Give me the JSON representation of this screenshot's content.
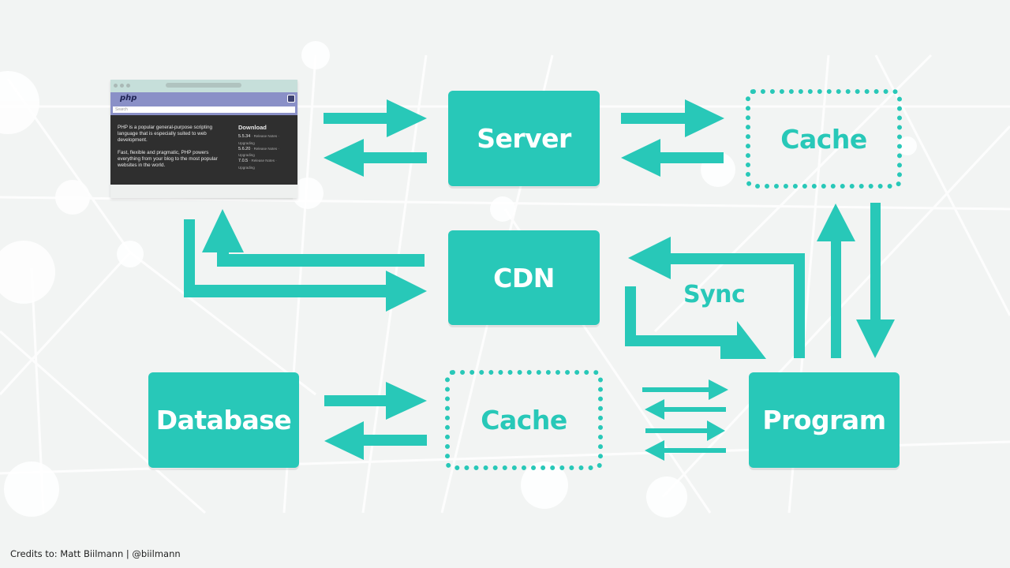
{
  "colors": {
    "accent": "#28c8b8",
    "background": "#f2f4f3",
    "node_text": "#ffffff"
  },
  "nodes": {
    "server": {
      "label": "Server",
      "style": "solid"
    },
    "cache_top": {
      "label": "Cache",
      "style": "dashed"
    },
    "cdn": {
      "label": "CDN",
      "style": "solid"
    },
    "database": {
      "label": "Database",
      "style": "solid"
    },
    "cache_bottom": {
      "label": "Cache",
      "style": "dashed"
    },
    "program": {
      "label": "Program",
      "style": "solid"
    }
  },
  "sync_label": "Sync",
  "edges": [
    {
      "from": "browser",
      "to": "server"
    },
    {
      "from": "server",
      "to": "browser"
    },
    {
      "from": "server",
      "to": "cache_top"
    },
    {
      "from": "cache_top",
      "to": "server"
    },
    {
      "from": "browser",
      "to": "cdn"
    },
    {
      "from": "cdn",
      "to": "browser"
    },
    {
      "from": "program",
      "to": "cdn",
      "label": "Sync"
    },
    {
      "from": "cdn",
      "to": "program",
      "label": "Sync"
    },
    {
      "from": "program",
      "to": "cache_top"
    },
    {
      "from": "cache_top",
      "to": "program"
    },
    {
      "from": "database",
      "to": "cache_bottom"
    },
    {
      "from": "cache_bottom",
      "to": "database"
    },
    {
      "from": "cache_bottom",
      "to": "program"
    },
    {
      "from": "program",
      "to": "cache_bottom"
    }
  ],
  "browser": {
    "logo": "php",
    "search_placeholder": "Search",
    "intro_1": "PHP is a popular general-purpose scripting language that is especially suited to web development.",
    "intro_2": "Fast, flexible and pragmatic, PHP powers everything from your blog to the most popular websites in the world.",
    "download_title": "Download",
    "versions": [
      {
        "version": "5.5.34",
        "notes": "· Release Notes ·",
        "upgrading": "Upgrading"
      },
      {
        "version": "5.6.20",
        "notes": "· Release Notes ·",
        "upgrading": "Upgrading"
      },
      {
        "version": "7.0.5",
        "notes": "· Release Notes ·",
        "upgrading": "Upgrading"
      }
    ]
  },
  "credits": "Credits to: Matt Biilmann | @biilmann"
}
